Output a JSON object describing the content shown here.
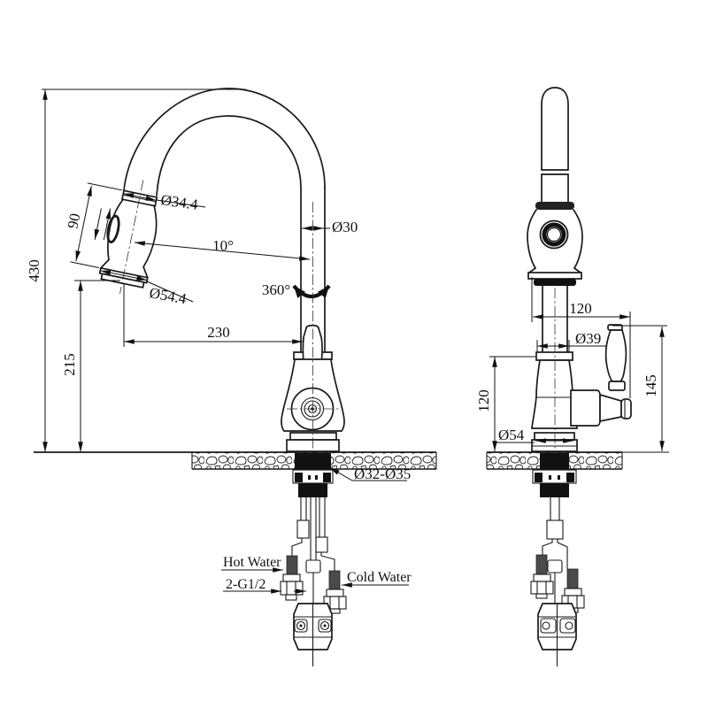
{
  "drawing": {
    "subject": "pull-down kitchen faucet dimension drawing",
    "line_color": "#1a1a1a",
    "background": "#ffffff",
    "front_view": {
      "dimensions": {
        "total_height": "430",
        "spout_outlet_height": "215",
        "head_travel": "90",
        "head_top_diameter": "Ø34.4",
        "head_outlet_diameter": "Ø54.4",
        "head_angle": "10°",
        "spout_tube_diameter": "Ø30",
        "swivel_angle": "360°",
        "spout_reach": "230",
        "mounting_hole": "Ø32-Ø35"
      },
      "labels": {
        "hot_water": "Hot Water",
        "cold_water": "Cold Water",
        "supply_thread": "2-G1/2"
      }
    },
    "side_view": {
      "dimensions": {
        "depth": "120",
        "collar_diameter": "Ø39",
        "body_height": "120",
        "handle_height": "145",
        "base_diameter": "Ø54"
      }
    }
  }
}
